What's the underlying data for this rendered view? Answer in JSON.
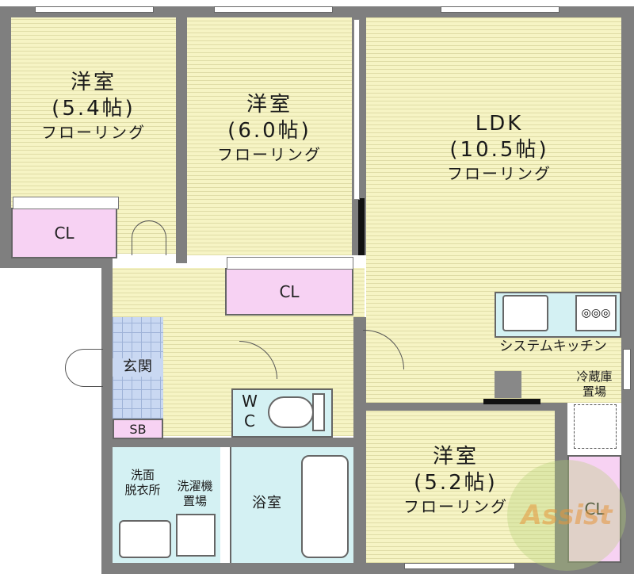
{
  "rooms": {
    "western1": {
      "name": "洋室",
      "size": "(5.4帖)",
      "floor": "フローリング"
    },
    "western2": {
      "name": "洋室",
      "size": "(6.0帖)",
      "floor": "フローリング"
    },
    "ldk": {
      "name": "LDK",
      "size": "(10.5帖)",
      "floor": "フローリング"
    },
    "western3": {
      "name": "洋室",
      "size": "(5.2帖)",
      "floor": "フローリング"
    }
  },
  "closets": {
    "cl1": "CL",
    "cl2": "CL",
    "cl3": "CL"
  },
  "areas": {
    "kitchen": "システムキッチン",
    "fridge_line1": "冷蔵庫",
    "fridge_line2": "置場",
    "entrance": "玄関",
    "shoe_box": "SB",
    "wc_w": "W",
    "wc_c": "C",
    "washroom_line1": "洗面",
    "washroom_line2": "脱衣所",
    "washer_line1": "洗濯機",
    "washer_line2": "置場",
    "bathroom": "浴室"
  },
  "watermark": {
    "text": "Assist"
  },
  "colors": {
    "floor": "#f6f4c4",
    "closet": "#f7d2f3",
    "wet": "#d4f1f3",
    "tile": "#c9d8f2",
    "wall": "#7f7f7f"
  }
}
